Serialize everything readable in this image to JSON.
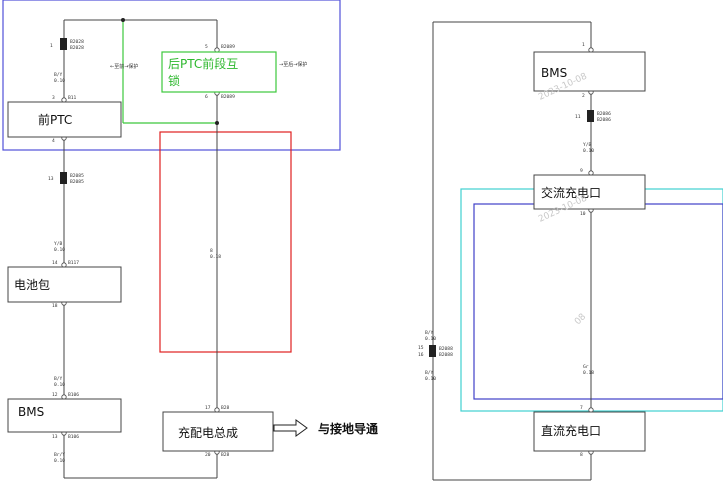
{
  "boxes": {
    "front_ptc": "前PTC",
    "rear_ptc_interlock_line1": "后PTC前段互",
    "rear_ptc_interlock_line2": "锁",
    "battery_pack": "电池包",
    "bms_left": "BMS",
    "pdu": "充配电总成",
    "bms_right": "BMS",
    "ac_charge_port": "交流充电口",
    "dc_charge_port": "直流充电口"
  },
  "arrow_note": "与接地导通",
  "side_notes": {
    "left_of_interlock": "←至前→保护",
    "right_of_interlock": "→至后→保护"
  },
  "pins": {
    "p_1": "1",
    "p_1b": "1",
    "p_13": "13",
    "p_15": "15",
    "p_16": "16",
    "p_17": "17",
    "p_11": "11",
    "p_12": "12",
    "p_14": "14",
    "p_18": "18",
    "p_3": "3",
    "p_4": "4",
    "p_2": "2",
    "p_9": "9",
    "p_10": "10",
    "p_5": "5",
    "p_6": "6",
    "p_7": "7",
    "p_20": "20",
    "p_8": "8"
  },
  "wire_codes": {
    "w_br": "B/Y",
    "w_010": "0.10",
    "w_yb": "Y/B",
    "w_bw": "Br/Y",
    "w_8": "8",
    "w_018": "0.18",
    "w_by": "B/Y",
    "w_gr": "Gr",
    "w_r": "R"
  },
  "connector_codes": {
    "c1": "B2028",
    "c2": "B2028",
    "c3": "B2085",
    "c4": "B2085",
    "c5": "B2086",
    "c6": "B2086",
    "c7": "B11",
    "c8": "B117",
    "c9": "B106",
    "c10": "B106",
    "c11": "B2088",
    "c12": "B2088",
    "c13": "B2089",
    "c14": "B2089",
    "c15": "B28",
    "c16": "B28"
  },
  "watermarks": {
    "wm1": "2023-10-08",
    "wm2": "2023-10-08",
    "wm3": "08"
  }
}
